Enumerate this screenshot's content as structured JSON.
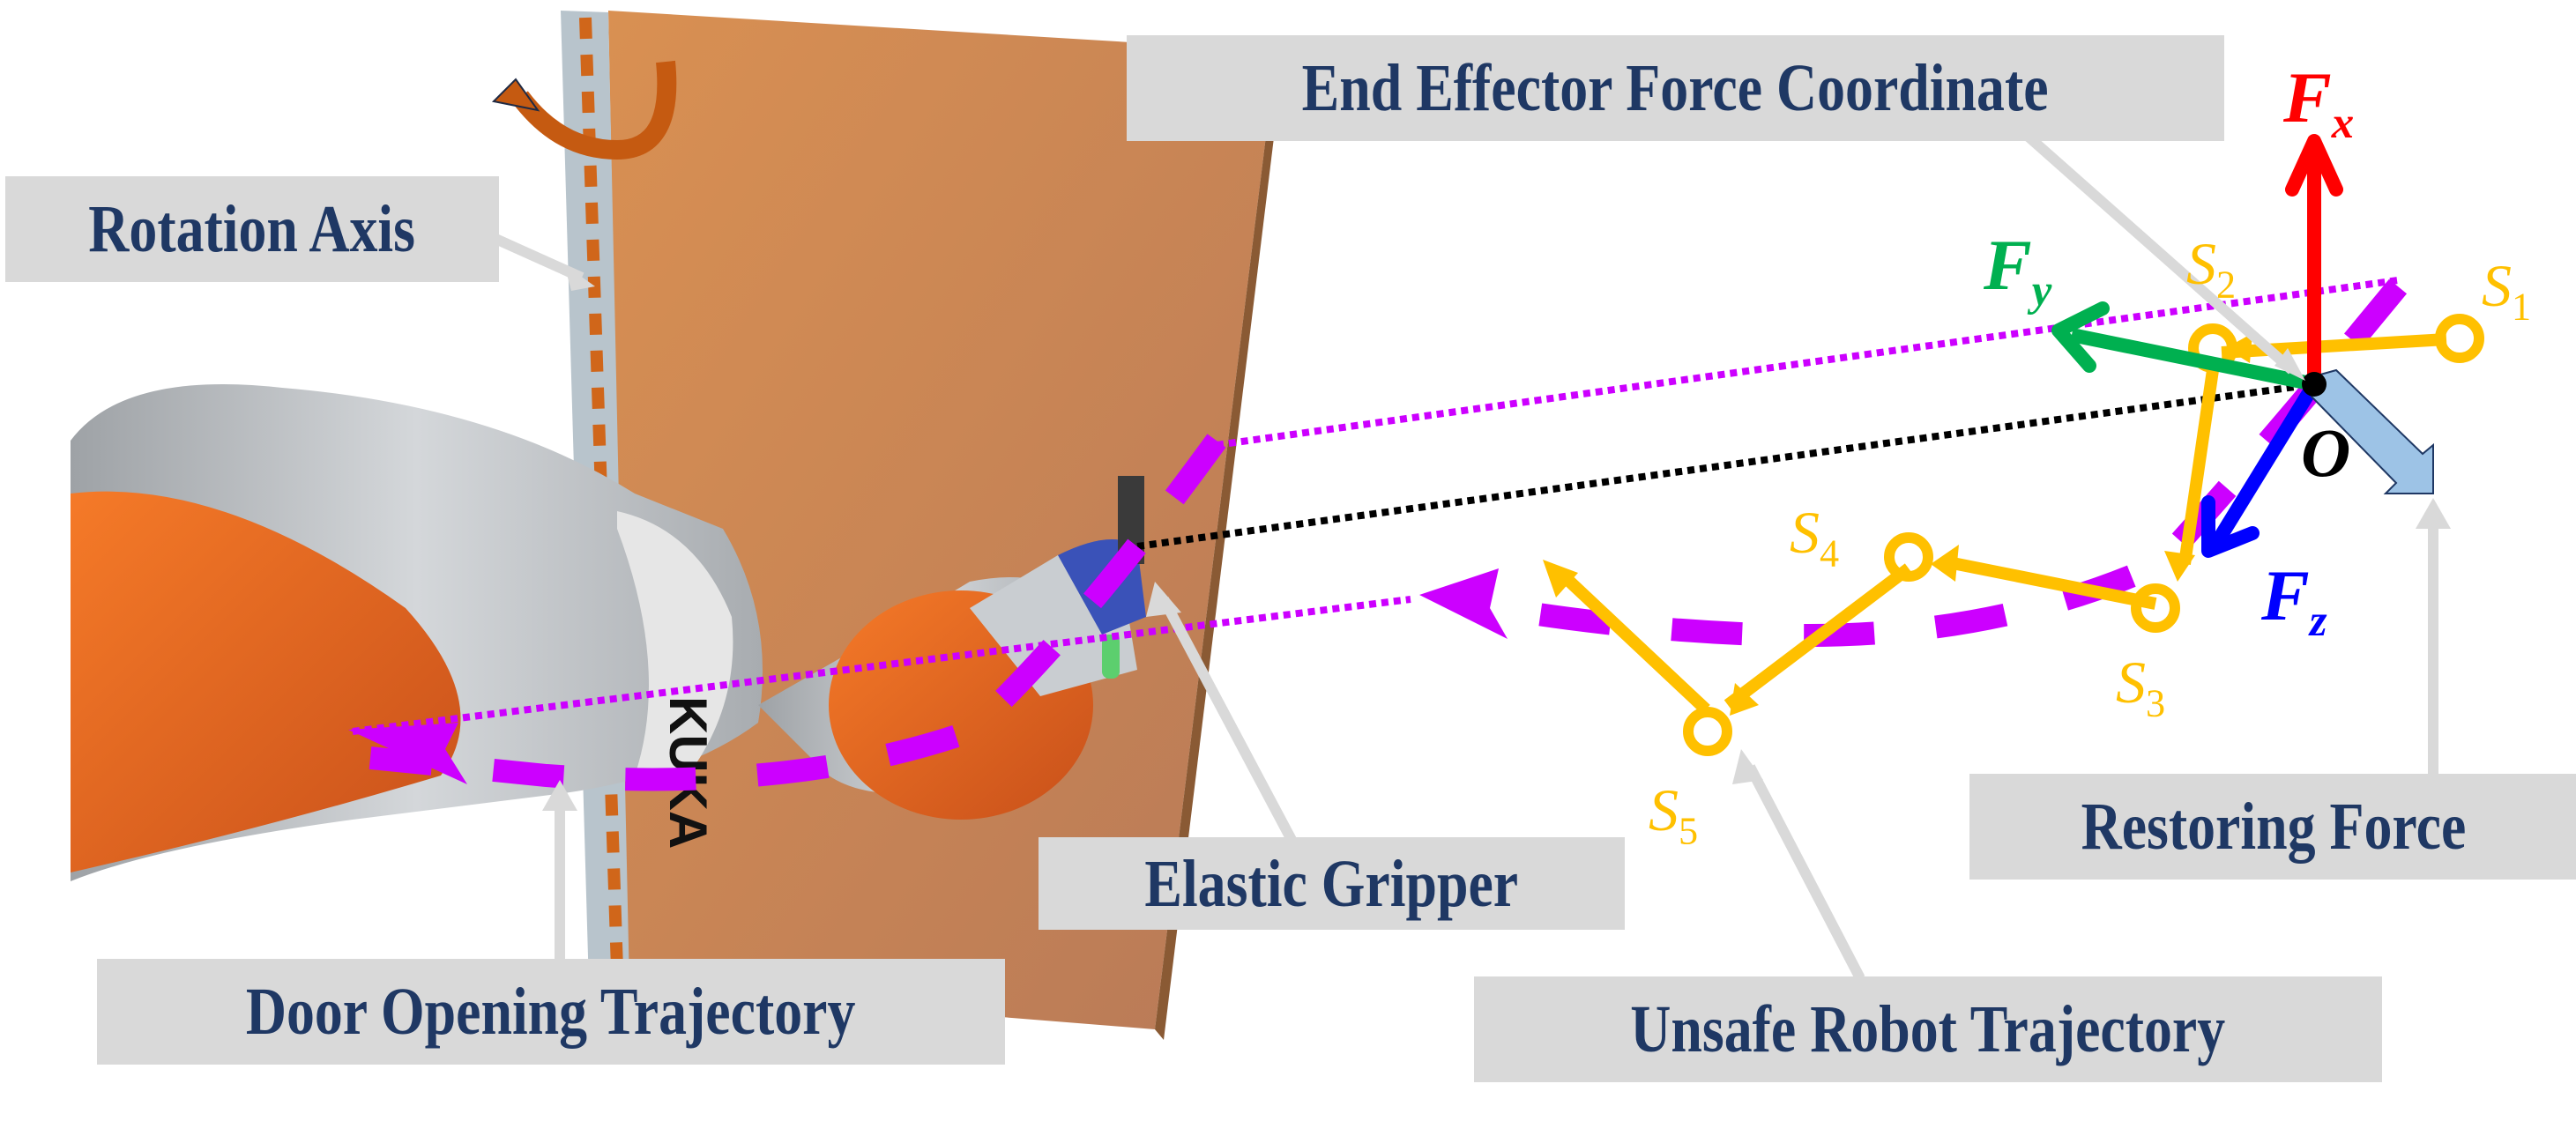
{
  "figure": {
    "labels": {
      "rotation_axis": "Rotation Axis",
      "end_effector": "End Effector Force Coordinate",
      "elastic_gripper": "Elastic Gripper",
      "door_opening": "Door Opening Trajectory",
      "unsafe_robot": "Unsafe Robot Trajectory",
      "restoring_force": "Restoring Force"
    },
    "axes": {
      "fx": {
        "base": "F",
        "sub": "x",
        "color": "#ff0000"
      },
      "fy": {
        "base": "F",
        "sub": "y",
        "color": "#00b050"
      },
      "fz": {
        "base": "F",
        "sub": "z",
        "color": "#0000ff"
      },
      "origin": "O"
    },
    "states": [
      {
        "base": "S",
        "sub": "1"
      },
      {
        "base": "S",
        "sub": "2"
      },
      {
        "base": "S",
        "sub": "3"
      },
      {
        "base": "S",
        "sub": "4"
      },
      {
        "base": "S",
        "sub": "5"
      }
    ],
    "colors": {
      "label_bg": "#d9d9d9",
      "label_text": "#1f3864",
      "trajectory_purple": "#cc00ff",
      "state_yellow": "#ffc000",
      "restoring_blue": "#9dc3e6",
      "door": "#c8824a",
      "robot_orange": "#f07020",
      "robot_gray": "#b8bcc0"
    },
    "robot_brand_text": "KUKA"
  }
}
